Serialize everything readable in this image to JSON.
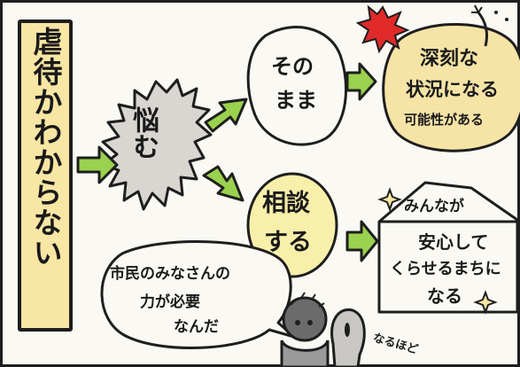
{
  "title_vertical": "虐待かわからない",
  "worry": "悩む",
  "branch_as_is": {
    "line1": "その",
    "line2": "まま"
  },
  "branch_consult": {
    "line1": "相談",
    "line2": "する"
  },
  "serious_result": {
    "line1": "深刻な",
    "line2": "状況になる",
    "line3": "可能性がある"
  },
  "town_house": {
    "top": "みんなが",
    "line1": "安心して",
    "line2": "くらせるまちに",
    "line3": "なる"
  },
  "citizen_bubble": {
    "line1": "市民のみなさんの",
    "line2": "力が必要",
    "line3": "なんだ"
  },
  "naruhodo": "なるほど",
  "colors": {
    "arrow_green": "#9ad14e",
    "title_box": "#f8e6a4",
    "serious_bubble": "#f5e4a6",
    "consult_bubble": "#f8efaa",
    "worry_cloud": "#d9d6d2",
    "burst_red": "#e02a2a"
  }
}
